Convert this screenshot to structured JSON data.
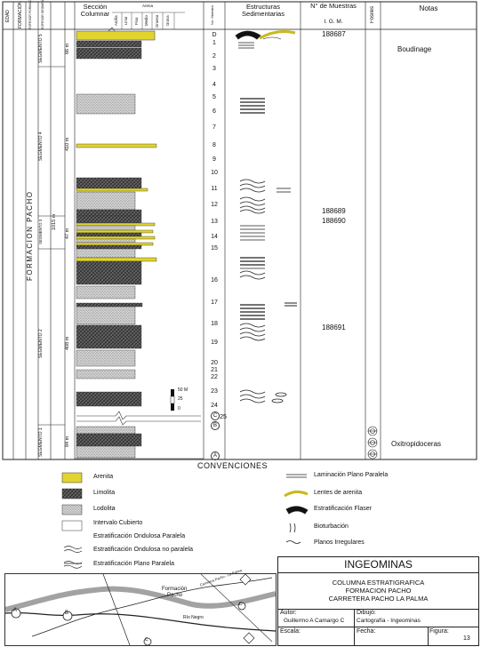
{
  "header": {
    "edad": "EDAD",
    "formacion": "FORMACIÓN",
    "espesor_formacion": "ESPESOR FORMACIÓN",
    "espesor_segmento": "ESPESOR SEGMENTO",
    "seccion": "Sección Columnar",
    "arena": "Arena",
    "grain_sizes": [
      "Arcilla",
      "Limo",
      "Fino",
      "Medio",
      "Grueso",
      "Grava"
    ],
    "no_muestra": "No. Muestra",
    "estructuras": "Estructuras Sedimentarias",
    "muestras_title": "N° de Muestras",
    "muestras_sub": "I.   G.   M.",
    "fosiles": "Fósiles",
    "notas": "Notas"
  },
  "column": {
    "formation_name": "FORMACION PACHO",
    "formation_thickness": "1015 m",
    "segments": [
      {
        "label": "SEGMENTO 5",
        "thickness": "66 m"
      },
      {
        "label": "SEGMENTO 4",
        "thickness": "410 m"
      },
      {
        "label": "SEGMENTO 3",
        "thickness": "47 m"
      },
      {
        "label": "SEGMENTO 2",
        "thickness": "408 m"
      },
      {
        "label": "SEGMENTO 1",
        "thickness": "84 m"
      }
    ],
    "sample_numbers": [
      "D",
      "1",
      "2",
      "3",
      "4",
      "5",
      "6",
      "7",
      "8",
      "9",
      "10",
      "11",
      "12",
      "13",
      "14",
      "15",
      "16",
      "17",
      "18",
      "19",
      "20",
      "21",
      "22",
      "23",
      "24",
      "C",
      "25",
      "B",
      "A"
    ],
    "sample_ids": [
      "188687",
      "188689",
      "188690",
      "188691"
    ],
    "note_boudinage": "Boudinage",
    "note_oxitropidoceras": "Oxitropidoceras",
    "scale_labels": [
      "50 M",
      "25",
      "0"
    ]
  },
  "legend": {
    "title": "CONVENCIONES",
    "left": [
      "Arenita",
      "Limolita",
      "Lodolita",
      "Intervalo Cubierto",
      "Estratificación Ondulosa Paralela",
      "Estratificación Ondulosa no paralela",
      "Estratificación Plano Paralela"
    ],
    "right": [
      "Laminación Plano Paralela",
      "Lentes de arenita",
      "Estratificación Flaser",
      "Bioturbación",
      "Planos Irregulares"
    ]
  },
  "title_block": {
    "org": "INGEOMINAS",
    "line1": "COLUMNA ESTRATIGRAFICA",
    "line2": "FORMACION PACHO",
    "line3": "CARRETERA PACHO LA PALMA",
    "autor_label": "Autor:",
    "autor": "Guillermo A Camargo C",
    "dibujo_label": "Dibujó:",
    "dibujo": "Cartografía - Ingeominas",
    "escala_label": "Escala:",
    "fecha_label": "Fecha:",
    "figura_label": "Figura:",
    "figura": "13"
  },
  "map": {
    "label_formacion": "Formación",
    "label_pacho": "Pacho",
    "label_road": "Carretera Pacho - La Palma",
    "label_rio": "Río Negro",
    "points": [
      "A",
      "B",
      "C",
      "D"
    ]
  },
  "colors": {
    "arenita": "#e2d42e",
    "limolita": "#4a4a4a",
    "lodolita": "#c4c4c4"
  }
}
